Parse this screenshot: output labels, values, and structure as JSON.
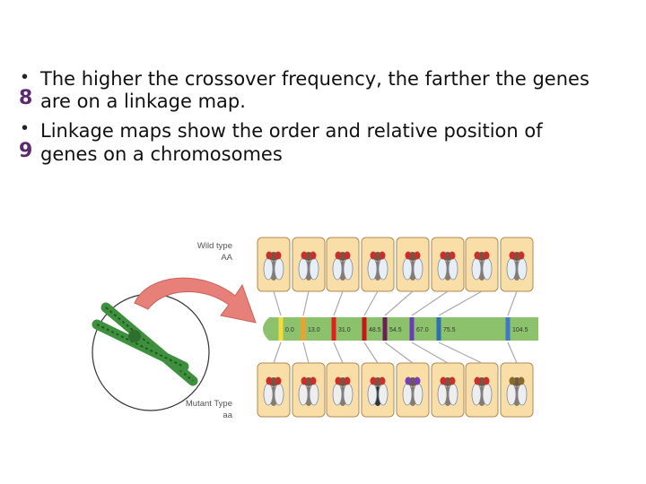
{
  "slide": {
    "bullets": [
      {
        "marker": "•",
        "lines": [
          "The higher the crossover frequency, the farther the genes",
          "are on a linkage map."
        ]
      },
      {
        "marker": "•",
        "lines": [
          "Linkage maps show the order and relative position of",
          "genes on a chromosomes"
        ]
      }
    ],
    "side_numbers": [
      "8",
      "9"
    ]
  },
  "figure": {
    "wild_label": [
      "Wild type",
      "AA"
    ],
    "mutant_label": [
      "Mutant Type",
      "aa"
    ],
    "positions": [
      "0.0",
      "13.0",
      "31.0",
      "48.5",
      "54.5",
      "67.0",
      "75.5",
      "104.5"
    ],
    "colors": {
      "chromosome": "#8dc26c",
      "panel_fill": "#f9dfa7",
      "panel_border": "#b08a55",
      "arrow": "#e8807a",
      "band_colors": [
        "#f6dc3a",
        "#f3a02a",
        "#e32020",
        "#c6171a",
        "#6b1f52",
        "#6a3db8",
        "#2c6fb2",
        "#3f78c8"
      ]
    }
  }
}
